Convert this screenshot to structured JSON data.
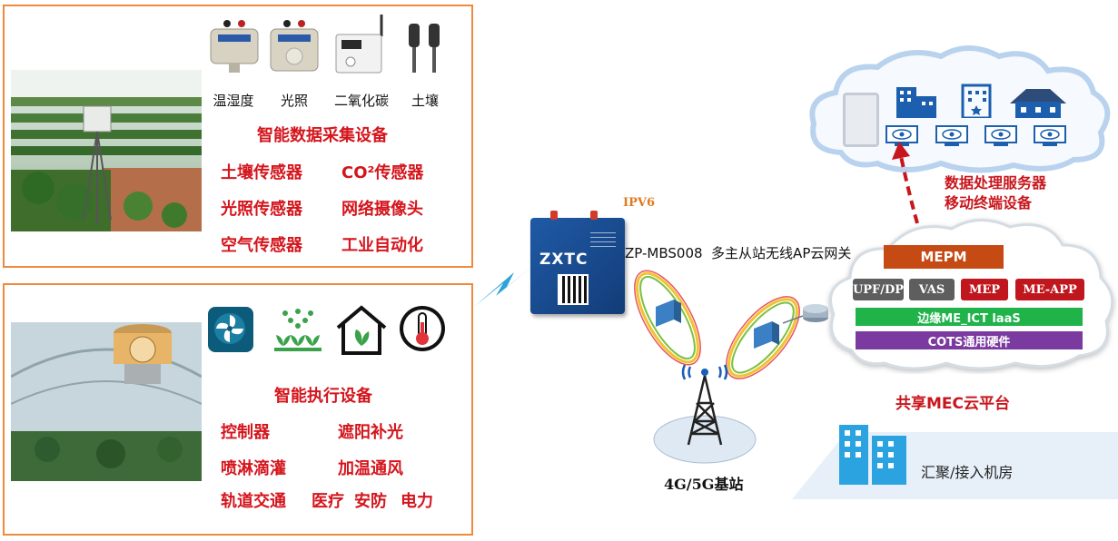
{
  "top_panel": {
    "sensors": [
      {
        "label": "温湿度",
        "icon": "humidity-sensor-icon"
      },
      {
        "label": "光照",
        "icon": "light-sensor-icon"
      },
      {
        "label": "二氧化碳",
        "icon": "co2-sensor-icon"
      },
      {
        "label": "土壤",
        "icon": "soil-probe-icon"
      }
    ],
    "title": "智能数据采集设备",
    "items": [
      "土壤传感器",
      "CO²传感器",
      "光照传感器",
      "网络摄像头",
      "空气传感器",
      "工业自动化"
    ]
  },
  "bottom_panel": {
    "icons": [
      "fan-icon",
      "sprout-icon",
      "greenhouse-icon",
      "thermometer-icon"
    ],
    "title": "智能执行设备",
    "items": [
      "控制器",
      "遮阳补光",
      "喷淋滴灌",
      "加温通风"
    ],
    "last_row": [
      "轨道交通",
      "医疗",
      "安防",
      "电力"
    ]
  },
  "gateway": {
    "badge": "IPV6",
    "brand": "ZXTC",
    "label": "ZP-MBS008  多主从站无线AP云网关"
  },
  "base_station": {
    "label": "4G/5G基站"
  },
  "cloud": {
    "caption_line1": "数据处理服务器",
    "caption_line2": "移动终端设备"
  },
  "mec": {
    "title": "MEPM",
    "chips": [
      "UPF/DP",
      "VAS",
      "MEP",
      "ME-APP"
    ],
    "iaas": "边缘ME_ICT laaS",
    "cots": "COTS通用硬件",
    "platform_label": "共享MEC云平台"
  },
  "access_room": {
    "label": "汇聚/接入机房"
  },
  "colors": {
    "panel_border": "#ef8a3c",
    "accent_red": "#d4151c",
    "mepm": "#c64a14",
    "iaas": "#1fb34a",
    "cots": "#7b3aa0"
  }
}
